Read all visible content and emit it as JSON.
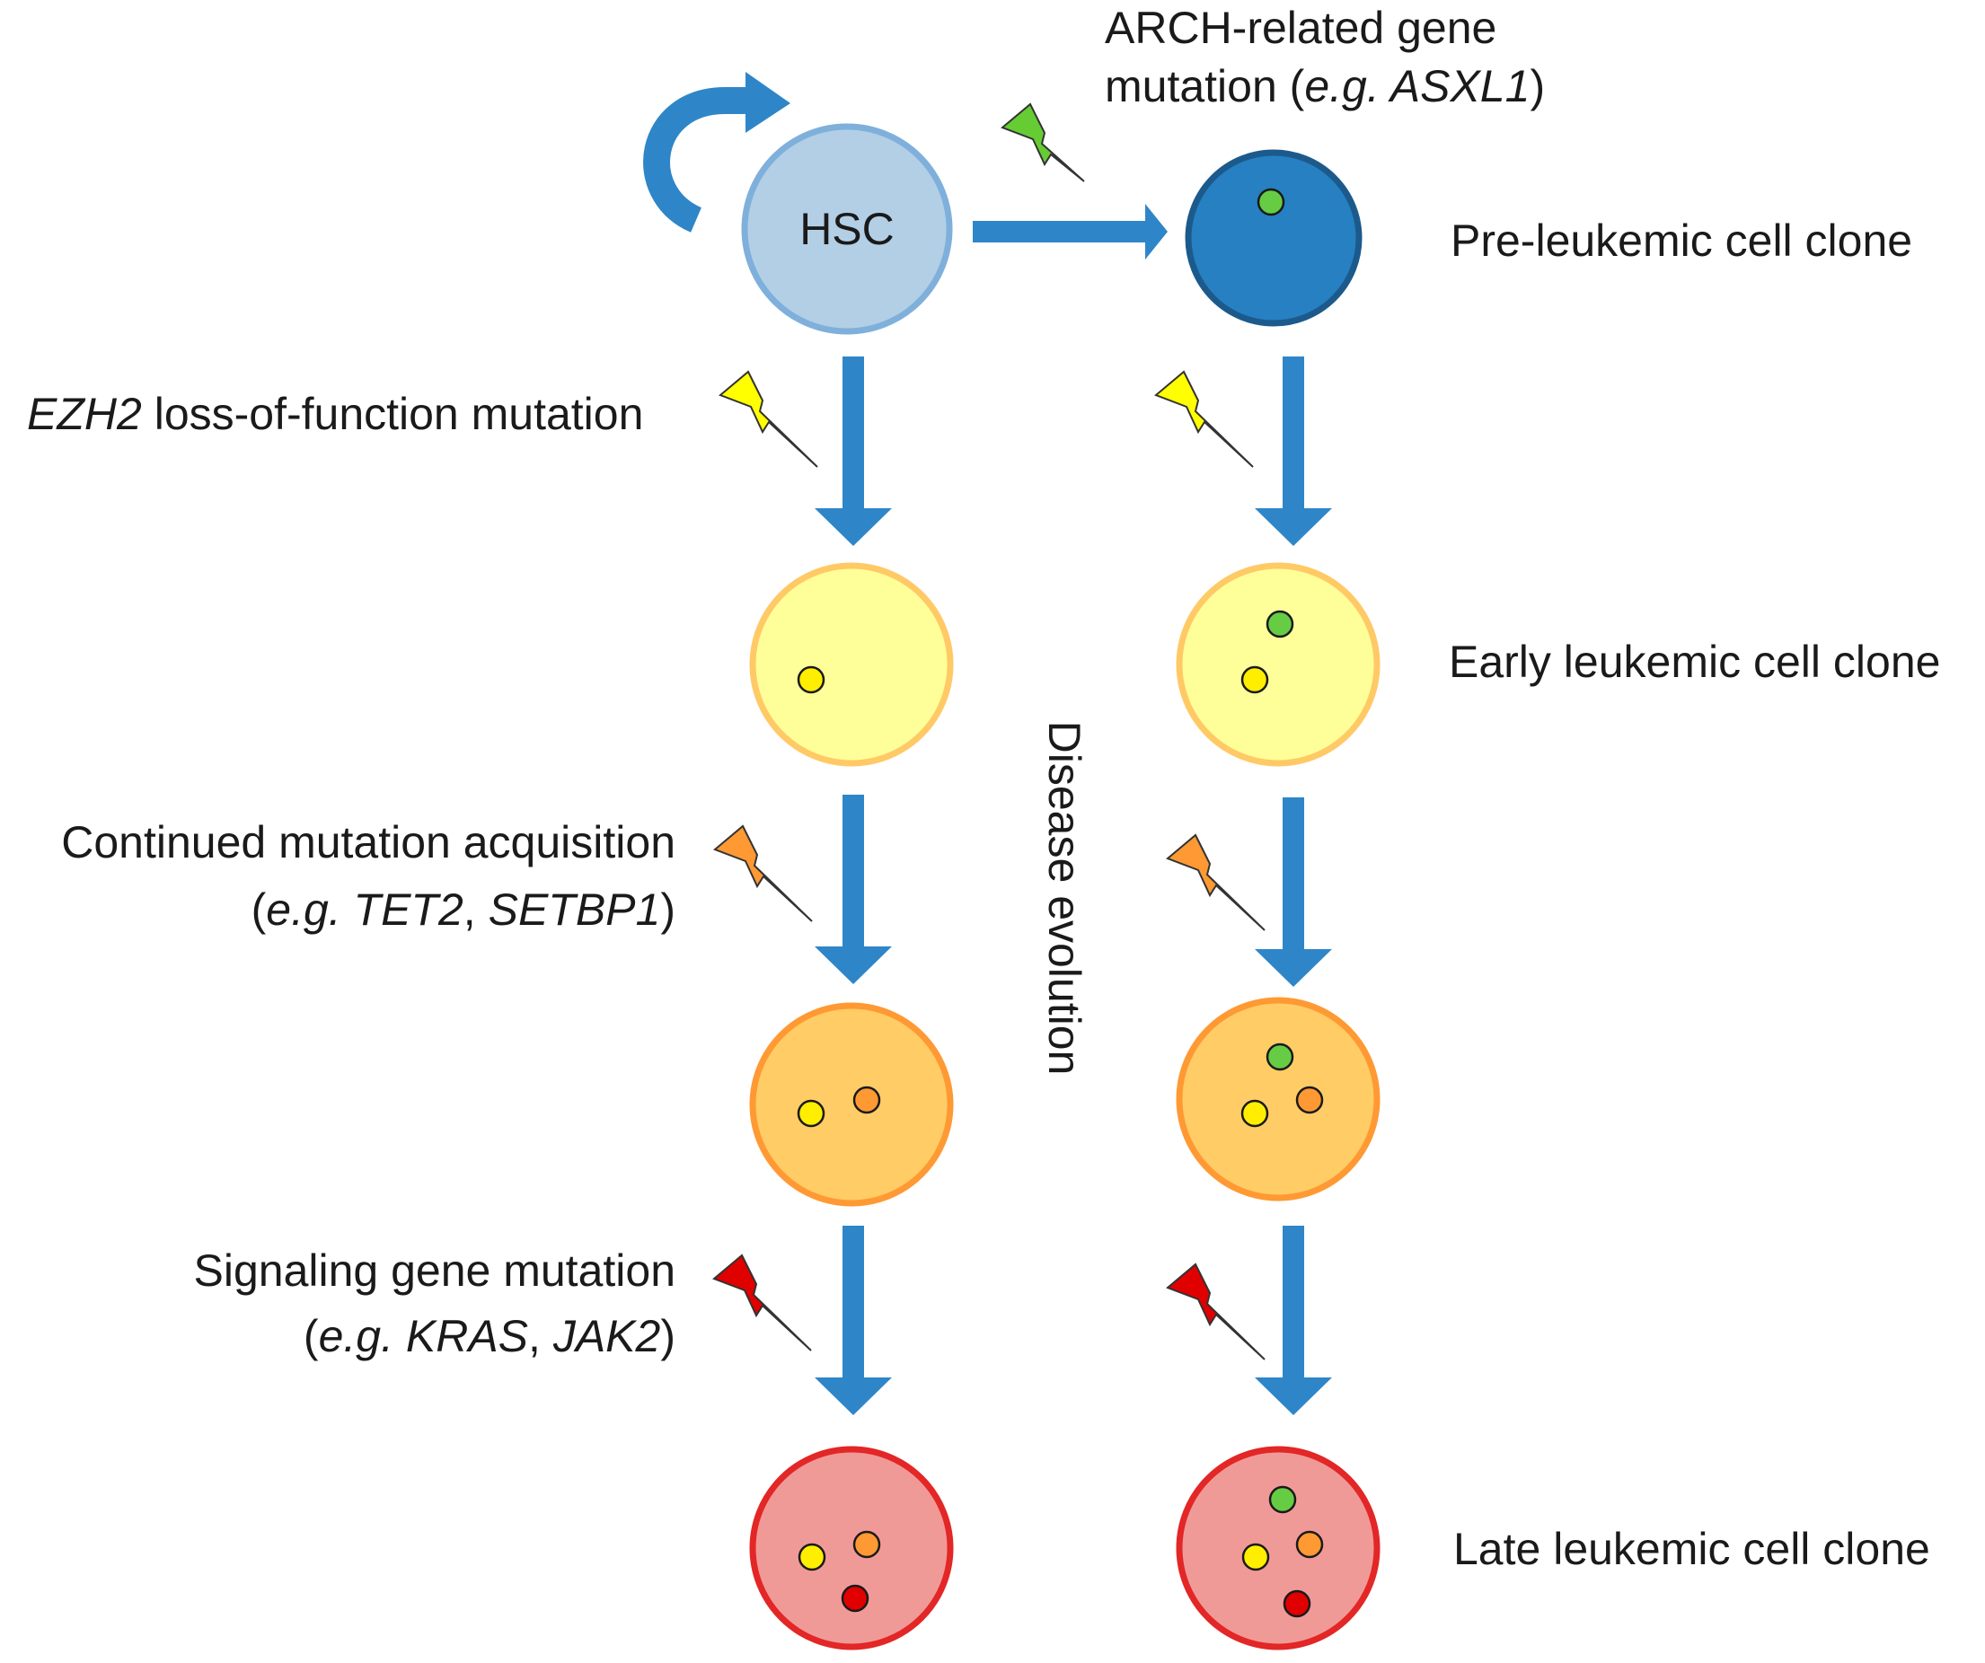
{
  "top_label": {
    "line1": "ARCH-related gene",
    "line2_pre": "mutation (",
    "line2_it": "e.g. ASXL1",
    "line2_post": ")"
  },
  "hsc_label": "HSC",
  "right_labels": {
    "pre_leukemic": "Pre-leukemic cell clone",
    "early": "Early leukemic cell clone",
    "late": "Late leukemic cell clone"
  },
  "left_labels": {
    "ezh2_it": "EZH2",
    "ezh2_rest": " loss-of-function mutation",
    "continued_line1": "Continued mutation acquisition",
    "continued_paren_open": "(",
    "continued_it1": "e.g. TET2",
    "continued_comma": ", ",
    "continued_it2": "SETBP1",
    "continued_paren_close": ")",
    "signaling_line1": "Signaling gene mutation",
    "signaling_paren_open": "(",
    "signaling_it1": "e.g. KRAS",
    "signaling_comma": ", ",
    "signaling_it2": "JAK2",
    "signaling_paren_close": ")"
  },
  "center_label": "Disease evolution",
  "colors": {
    "arrow": "#2e86c8",
    "hsc_fill": "#b3cfe6",
    "hsc_stroke": "#7fb0db",
    "pre_fill": "#2680c2",
    "pre_stroke": "#1c5a8c",
    "early_fill": "#ffff99",
    "early_stroke": "#ffc966",
    "mid_fill": "#ffcc66",
    "mid_stroke": "#ff9933",
    "late_fill": "#f09a98",
    "late_stroke": "#e32626",
    "dot_green": "#66cc44",
    "dot_yellow": "#ffee00",
    "dot_orange": "#ff9933",
    "dot_red": "#e00000",
    "bolt_green": "#66cc33",
    "bolt_yellow": "#ffff00",
    "bolt_orange": "#ff9933",
    "bolt_red": "#e00000"
  }
}
